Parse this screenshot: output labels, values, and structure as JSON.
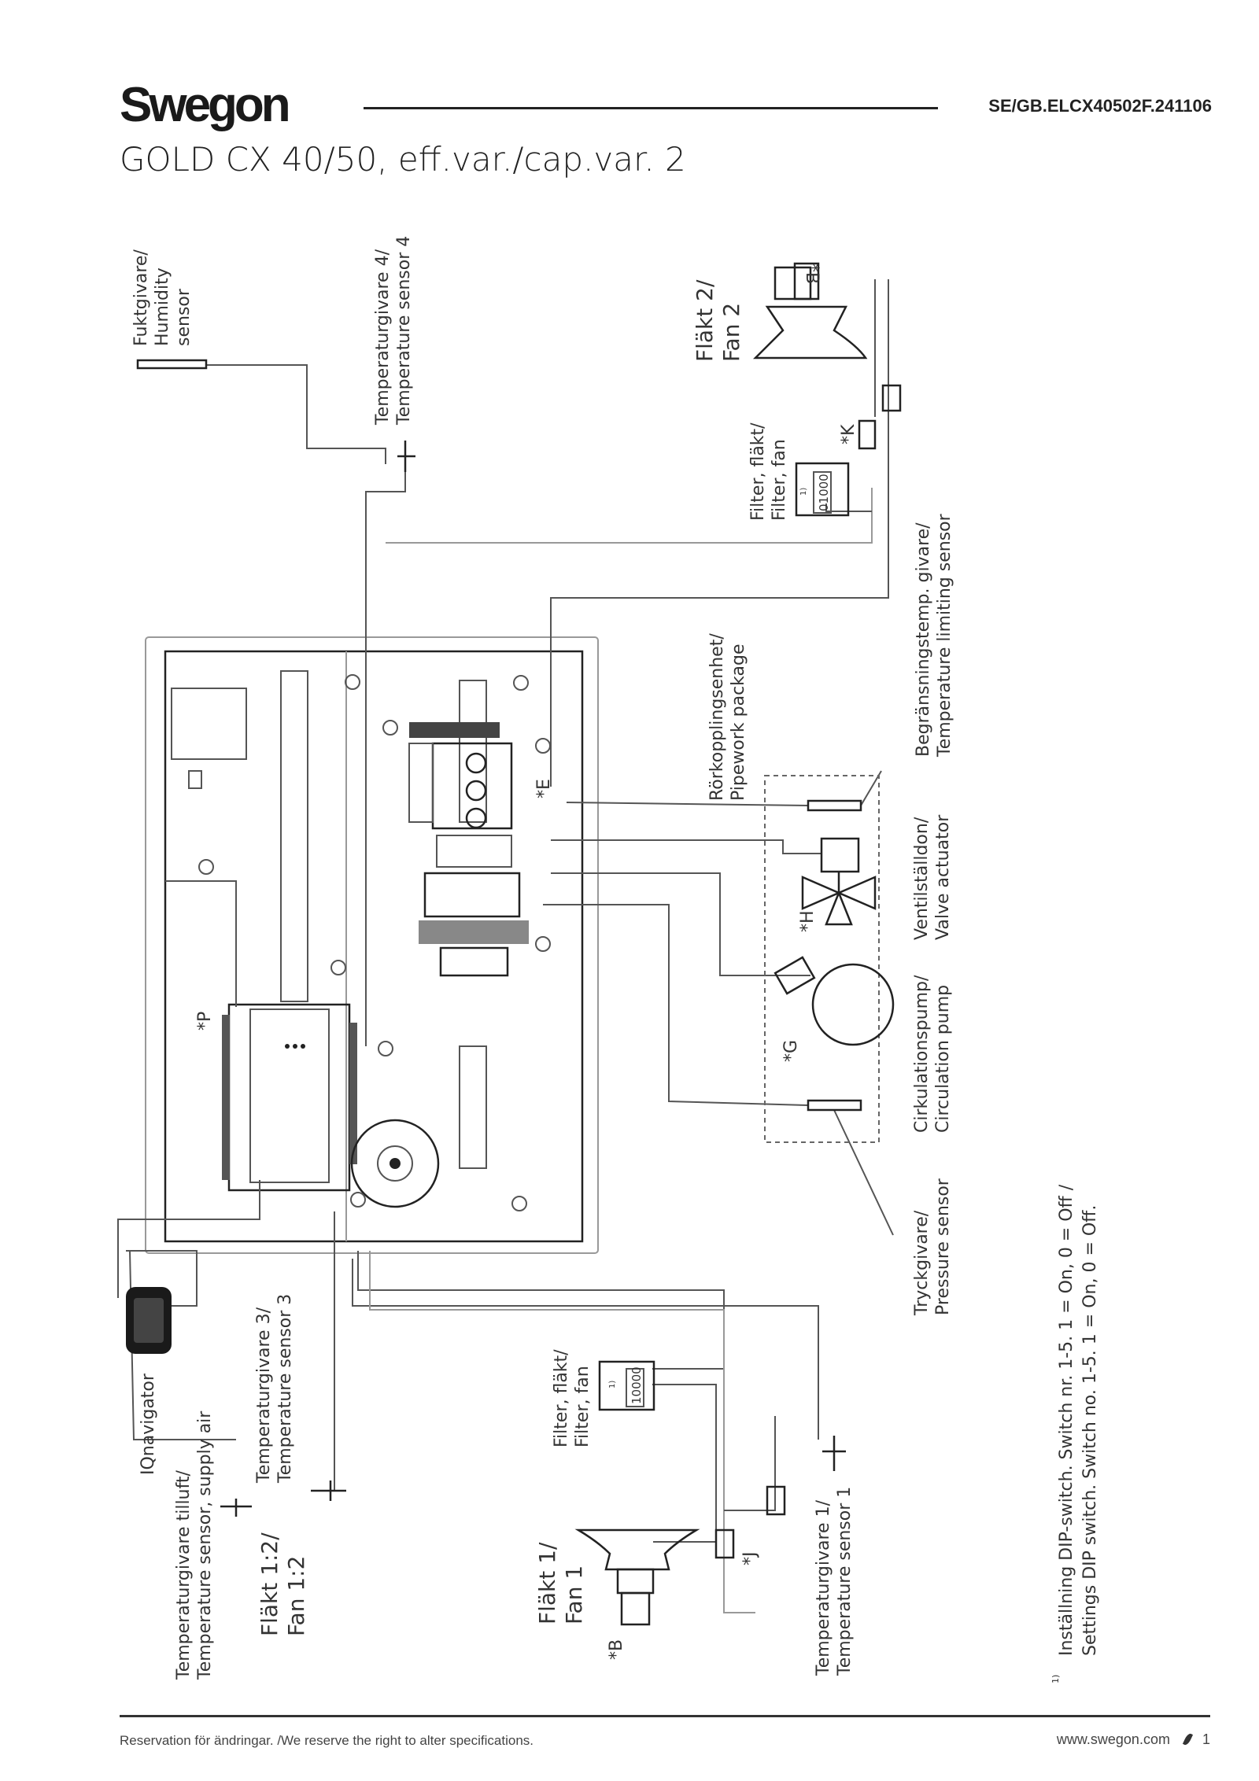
{
  "header": {
    "logo": "Swegon",
    "doc_code": "SE/GB.ELCX40502F.241106",
    "title": "GOLD CX 40/50, eff.var./cap.var. 2"
  },
  "labels": {
    "humidity": [
      "Fuktgivare/",
      "Humidity",
      "sensor"
    ],
    "temp4": [
      "Temperaturgivare 4/",
      "Temperature sensor 4"
    ],
    "fan2": [
      "Fläkt 2/",
      "Fan 2"
    ],
    "fan2_marker": "*B",
    "filter_top": [
      "Filter, fläkt/",
      "Filter, fan"
    ],
    "filter_top_dip": "01000",
    "filter_top_note": "1)",
    "k_marker": "*K",
    "pipework": [
      "Rörkopplingsenhet/",
      "Pipework package"
    ],
    "limit_sensor": [
      "Begränsningstemp. givare/",
      "Temperature limiting sensor"
    ],
    "e_marker": "*E",
    "valve": [
      "Ventilställdon/",
      "Valve actuator"
    ],
    "h_marker": "*H",
    "pump": [
      "Cirkulationspump/",
      "Circulation pump"
    ],
    "g_marker": "*G",
    "p_marker": "*P",
    "pressure": [
      "Tryckgivare/",
      "Pressure sensor"
    ],
    "iqnavigator": "IQnavigator",
    "supply_air": [
      "Temperaturgivare tilluft/",
      "Temperature sensor, supply air"
    ],
    "temp3": [
      "Temperaturgivare 3/",
      "Temperature sensor 3"
    ],
    "fan12": [
      "Fläkt 1:2/",
      "Fan 1:2"
    ],
    "filter_bottom": [
      "Filter, fläkt/",
      "Filter, fan"
    ],
    "filter_bottom_dip": "10000",
    "filter_bottom_note": "1)",
    "fan1": [
      "Fläkt 1/",
      "Fan 1"
    ],
    "fan1_marker": "*B",
    "j_marker": "*J",
    "temp1": [
      "Temperaturgivare 1/",
      "Temperature sensor 1"
    ]
  },
  "footnote": {
    "mark": "1)",
    "lines": [
      "Inställning DIP-switch. Switch nr. 1-5. 1 = On, 0 = Off /",
      "Settings DIP switch. Switch no. 1-5. 1 = On, 0 = Off."
    ]
  },
  "footer": {
    "disclaimer": "Reservation för ändringar. /We reserve the right to alter specifications.",
    "website": "www.swegon.com",
    "page": "1"
  }
}
